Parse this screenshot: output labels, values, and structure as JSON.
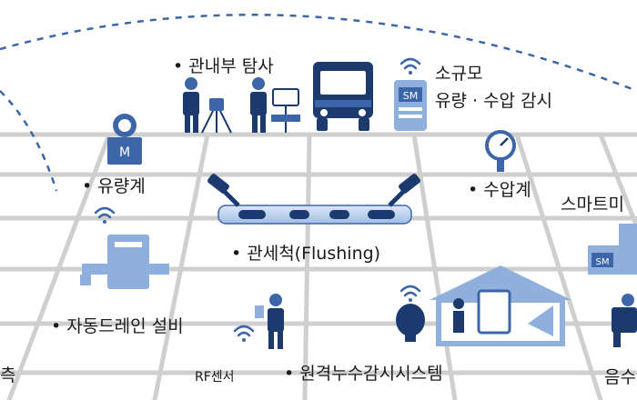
{
  "labels": {
    "pipe_inspection": "• 관내부 탐사",
    "small_block": "소규모",
    "flow_pressure": "유량  · 수압 감시",
    "flow_meter": "• 유량계",
    "pressure_gauge": "• 수압계",
    "smart_meter": "스마트미",
    "flushing": "• 관세척(Flushing)",
    "auto_drain": "• 자동드레인 설비",
    "remote_leak": "• 원격누수감시시스템",
    "rf_sensor": "RF센서",
    "left_cut": "측",
    "right_cut": "음수"
  },
  "badges": {
    "sm_station": "SM",
    "sm_building": "SM",
    "flow_meter_letter": "M"
  },
  "colors": {
    "accent_blue": "#3d66a8",
    "dark_navy": "#1d3a6e",
    "light_blue": "#8fb0dc",
    "grid": "#cfcfcf"
  }
}
